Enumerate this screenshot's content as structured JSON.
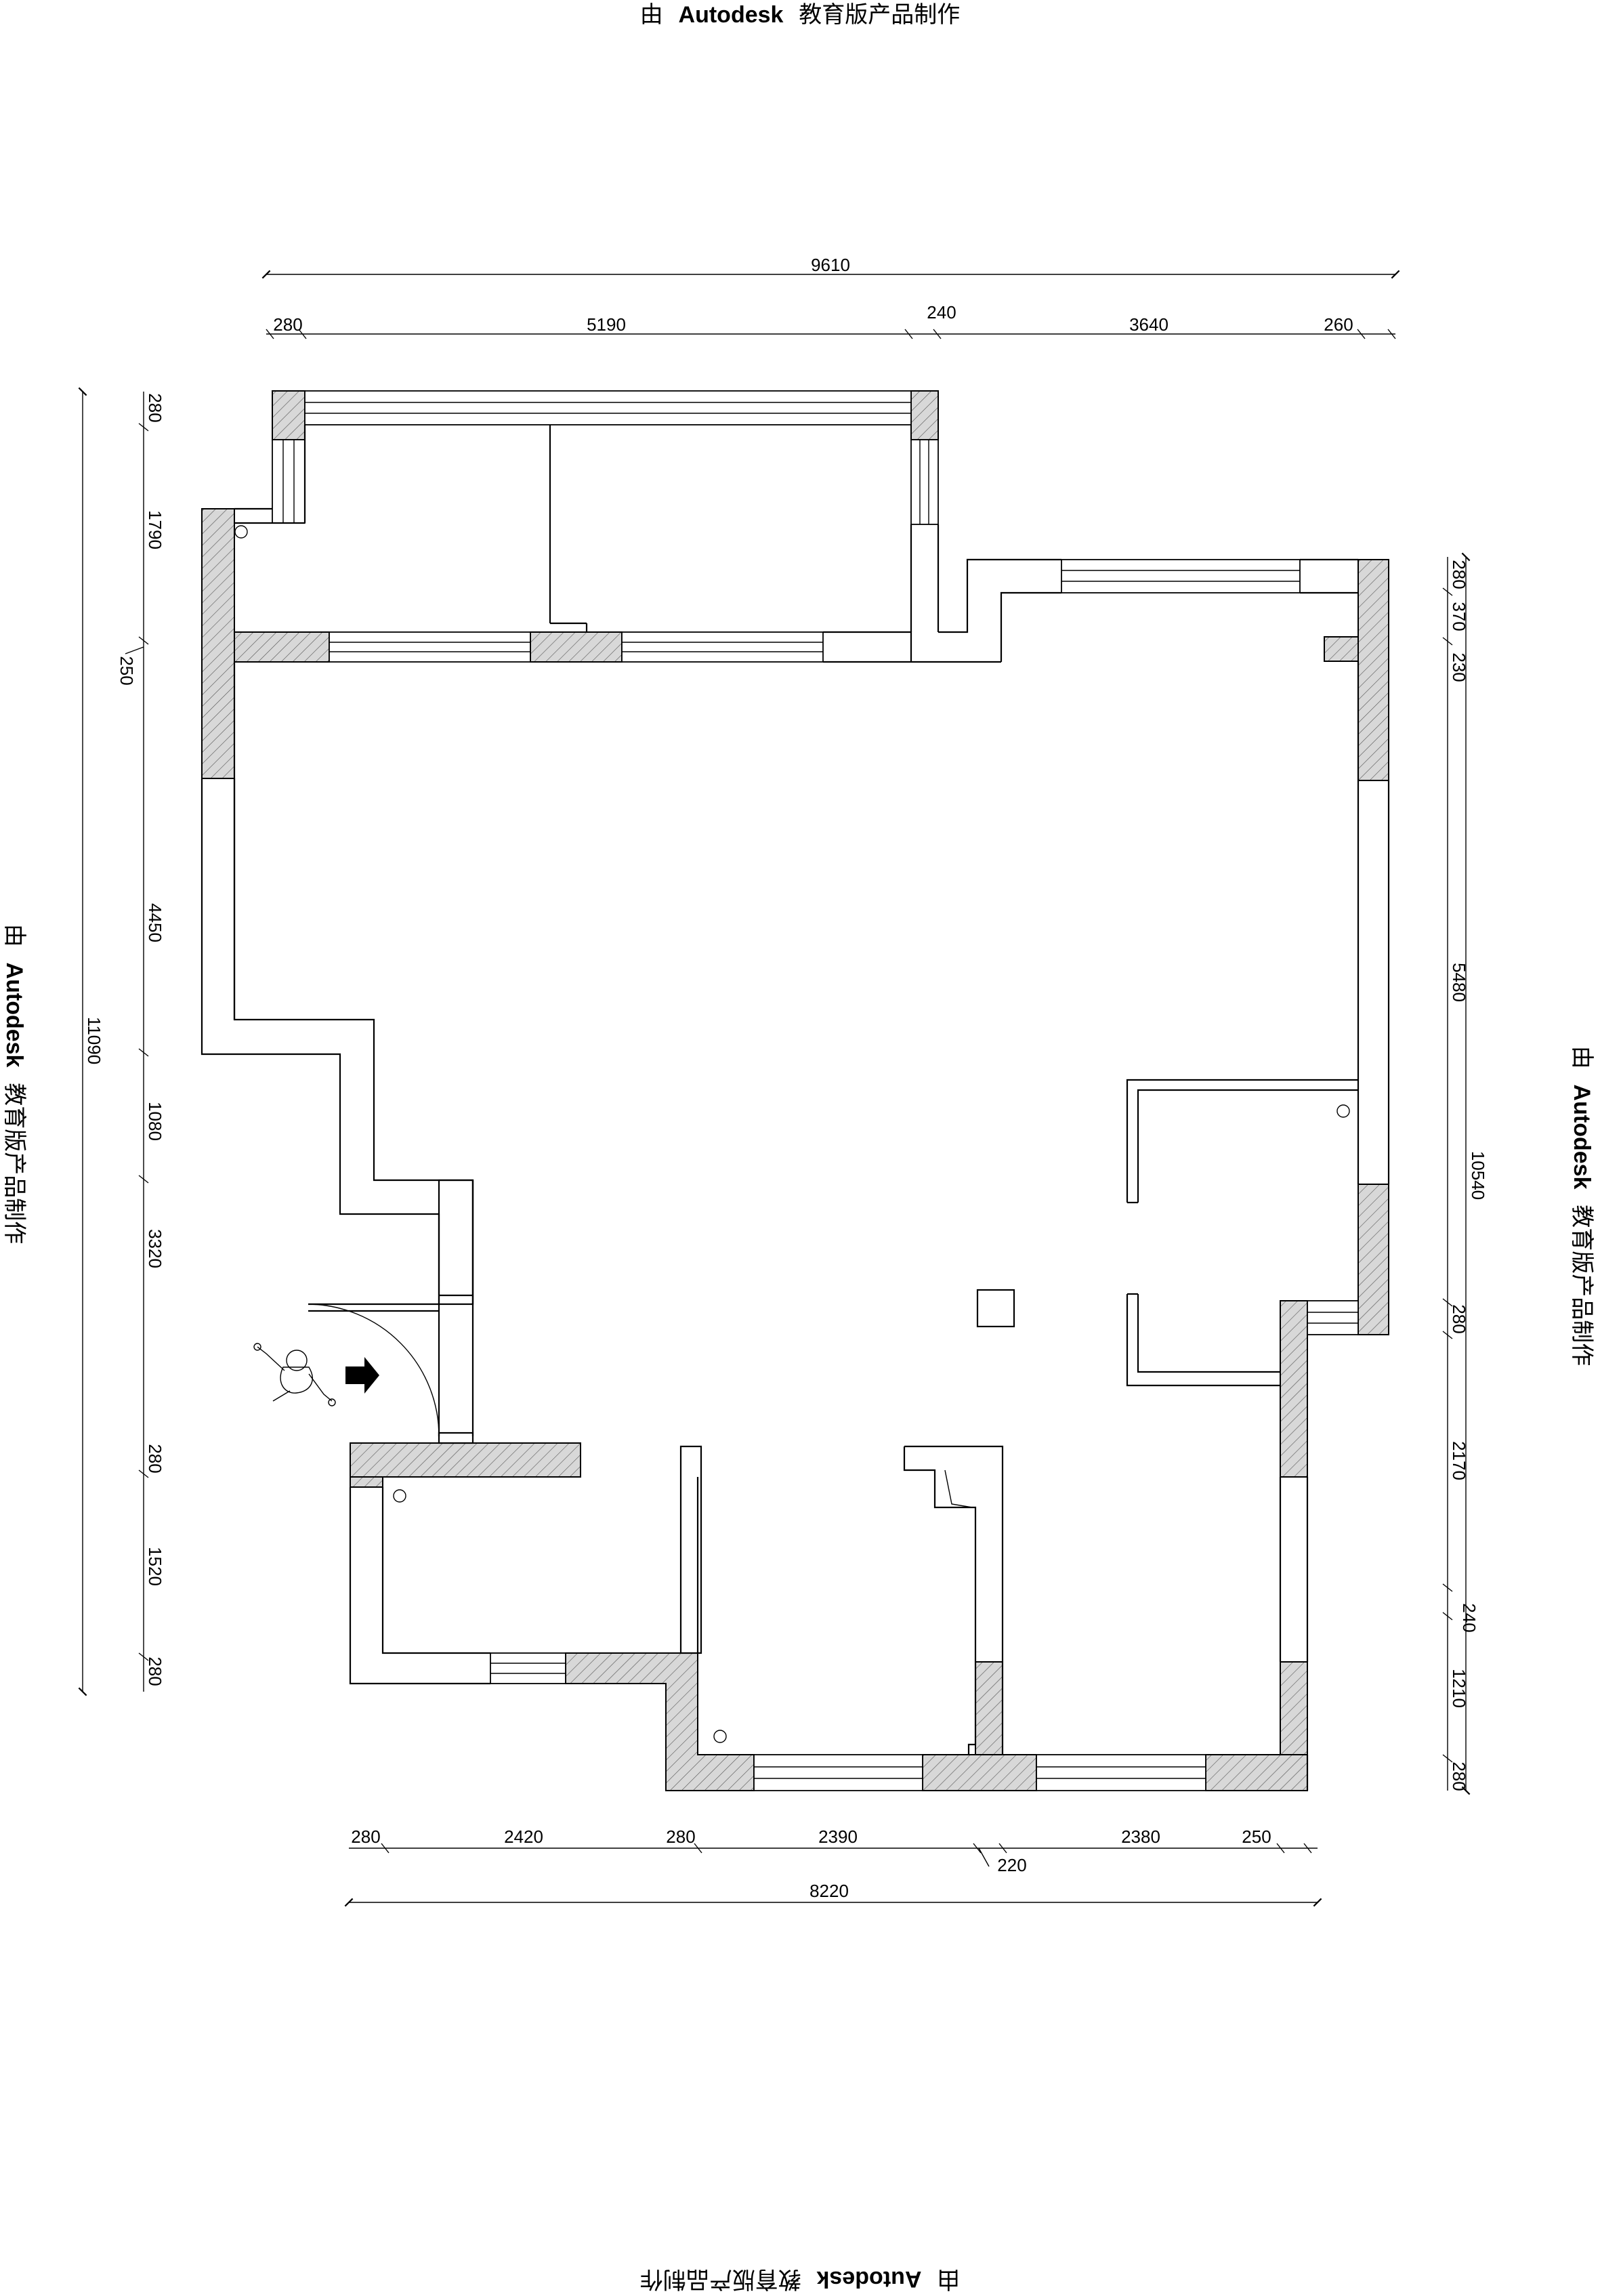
{
  "watermark": {
    "brand": "Autodesk",
    "prefix": "由",
    "suffix": "教育版产品制作"
  },
  "dimensions": {
    "top_total": "9610",
    "top": [
      "280",
      "5190",
      "240",
      "3640",
      "260"
    ],
    "bottom": [
      "280",
      "2420",
      "280",
      "2390",
      "2380",
      "250"
    ],
    "bottom_extra": "220",
    "bottom_total": "8220",
    "left_total": "11090",
    "left": [
      "280",
      "1790",
      "250",
      "4450",
      "1080",
      "3320",
      "280",
      "1520",
      "280"
    ],
    "right_total": "10540",
    "right": [
      "280",
      "370",
      "230",
      "5480",
      "280",
      "2170",
      "240",
      "1210",
      "280"
    ]
  },
  "icons": {
    "entry_arrow": "arrow-right-icon",
    "person": "person-walking-icon"
  }
}
